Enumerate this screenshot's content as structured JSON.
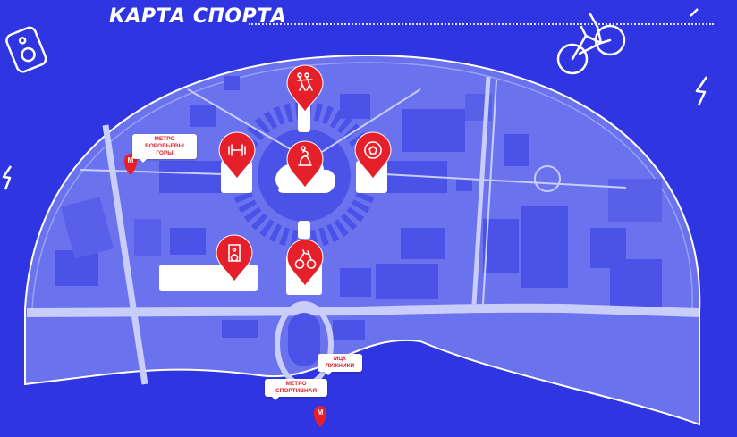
{
  "header": {
    "title": "КАРТА СПОРТА"
  },
  "colors": {
    "background": "#2f35e0",
    "park_fill": "#6b72ee",
    "road": "#c9cdfa",
    "pin": "#e5202b",
    "building": "#4a52e8"
  },
  "pins": [
    {
      "name": "pin-dance",
      "icon": "dancers-icon"
    },
    {
      "name": "pin-fitness",
      "icon": "dumbbell-icon"
    },
    {
      "name": "pin-gymnastics",
      "icon": "gymnast-icon"
    },
    {
      "name": "pin-football",
      "icon": "soccer-ball-icon"
    },
    {
      "name": "pin-speaker",
      "icon": "speaker-icon"
    },
    {
      "name": "pin-cycling",
      "icon": "bicycle-icon"
    }
  ],
  "labels": {
    "vorobyovy": "МЕТРО ВОРОБЬЕВЫ ГОРЫ",
    "mck": "МЦК ЛУЖНИКИ",
    "sportivnaya": "МЕТРО СПОРТИВНАЯ"
  },
  "metro": {
    "symbol": "М"
  }
}
